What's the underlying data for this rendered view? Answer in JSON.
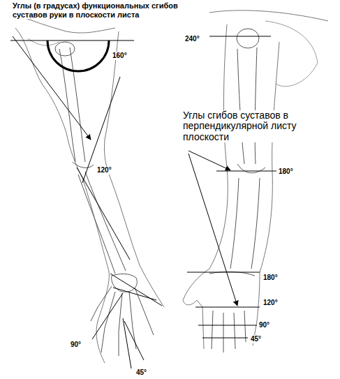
{
  "diagram": {
    "title": "Углы (в градусах) функциональных сгибов суставов руки в плоскости листа",
    "labels": [
      "160°",
      "120°",
      "90°",
      "45°",
      "240°",
      "Углы сгибов суставов в перпендикулярной листу плоскости",
      "180°",
      "180°",
      "120°",
      "90°",
      "45°"
    ]
  }
}
